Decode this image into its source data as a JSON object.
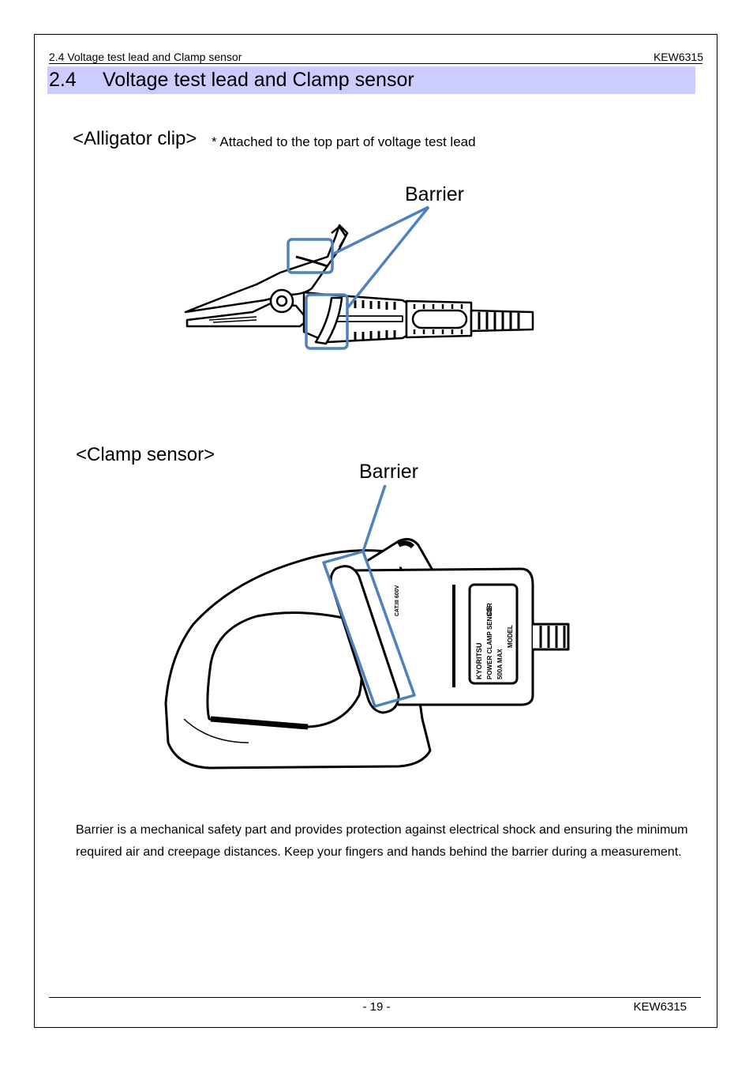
{
  "header": {
    "left": "2.4 Voltage test lead and Clamp sensor",
    "right": "KEW6315"
  },
  "section": {
    "number": "2.4",
    "title": "Voltage test lead and Clamp sensor"
  },
  "alligator": {
    "title": "<Alligator clip>",
    "note": "* Attached to the top part of voltage test lead",
    "callout": "Barrier"
  },
  "clamp": {
    "title": "<Clamp sensor>",
    "callout": "Barrier",
    "label_brand": "KYORITSU",
    "label_product": "POWER CLAMP SENSOR",
    "label_rating": "500A MAX",
    "label_model": "MODEL",
    "label_cat": "CAT.III 600V",
    "label_ce": "CE"
  },
  "body": {
    "text": "Barrier is a mechanical safety part and provides protection against electrical shock and ensuring the minimum required air and creepage distances. Keep your fingers and hands behind the barrier during a measurement."
  },
  "footer": {
    "page": "- 19 -",
    "right": "KEW6315"
  },
  "colors": {
    "section_bar": "#ccccff",
    "callout": "#4f81bd"
  }
}
